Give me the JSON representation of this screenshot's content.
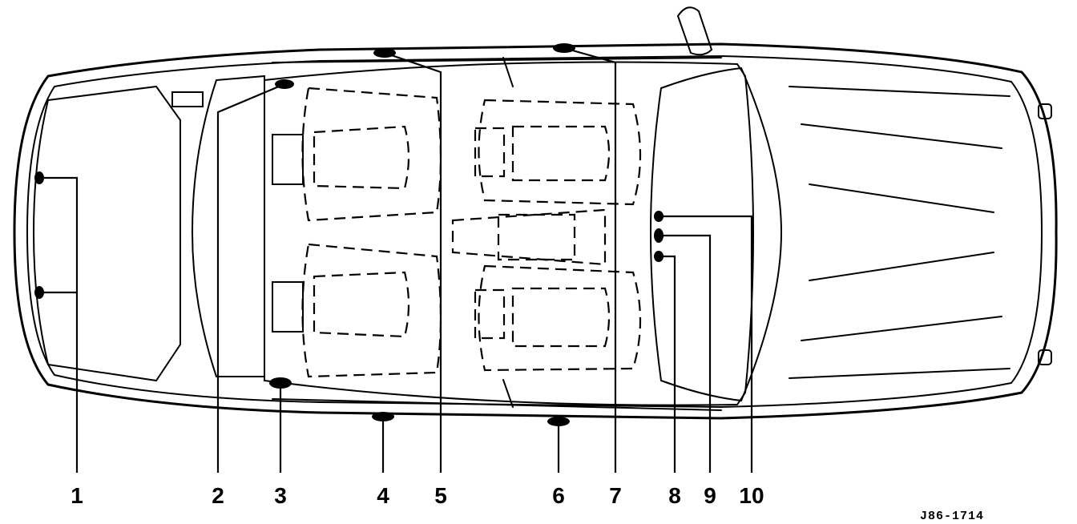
{
  "callouts": {
    "c1": "1",
    "c2": "2",
    "c3": "3",
    "c4": "4",
    "c5": "5",
    "c6": "6",
    "c7": "7",
    "c8": "8",
    "c9": "9",
    "c10": "10"
  },
  "figure_ref": "J86-1714"
}
